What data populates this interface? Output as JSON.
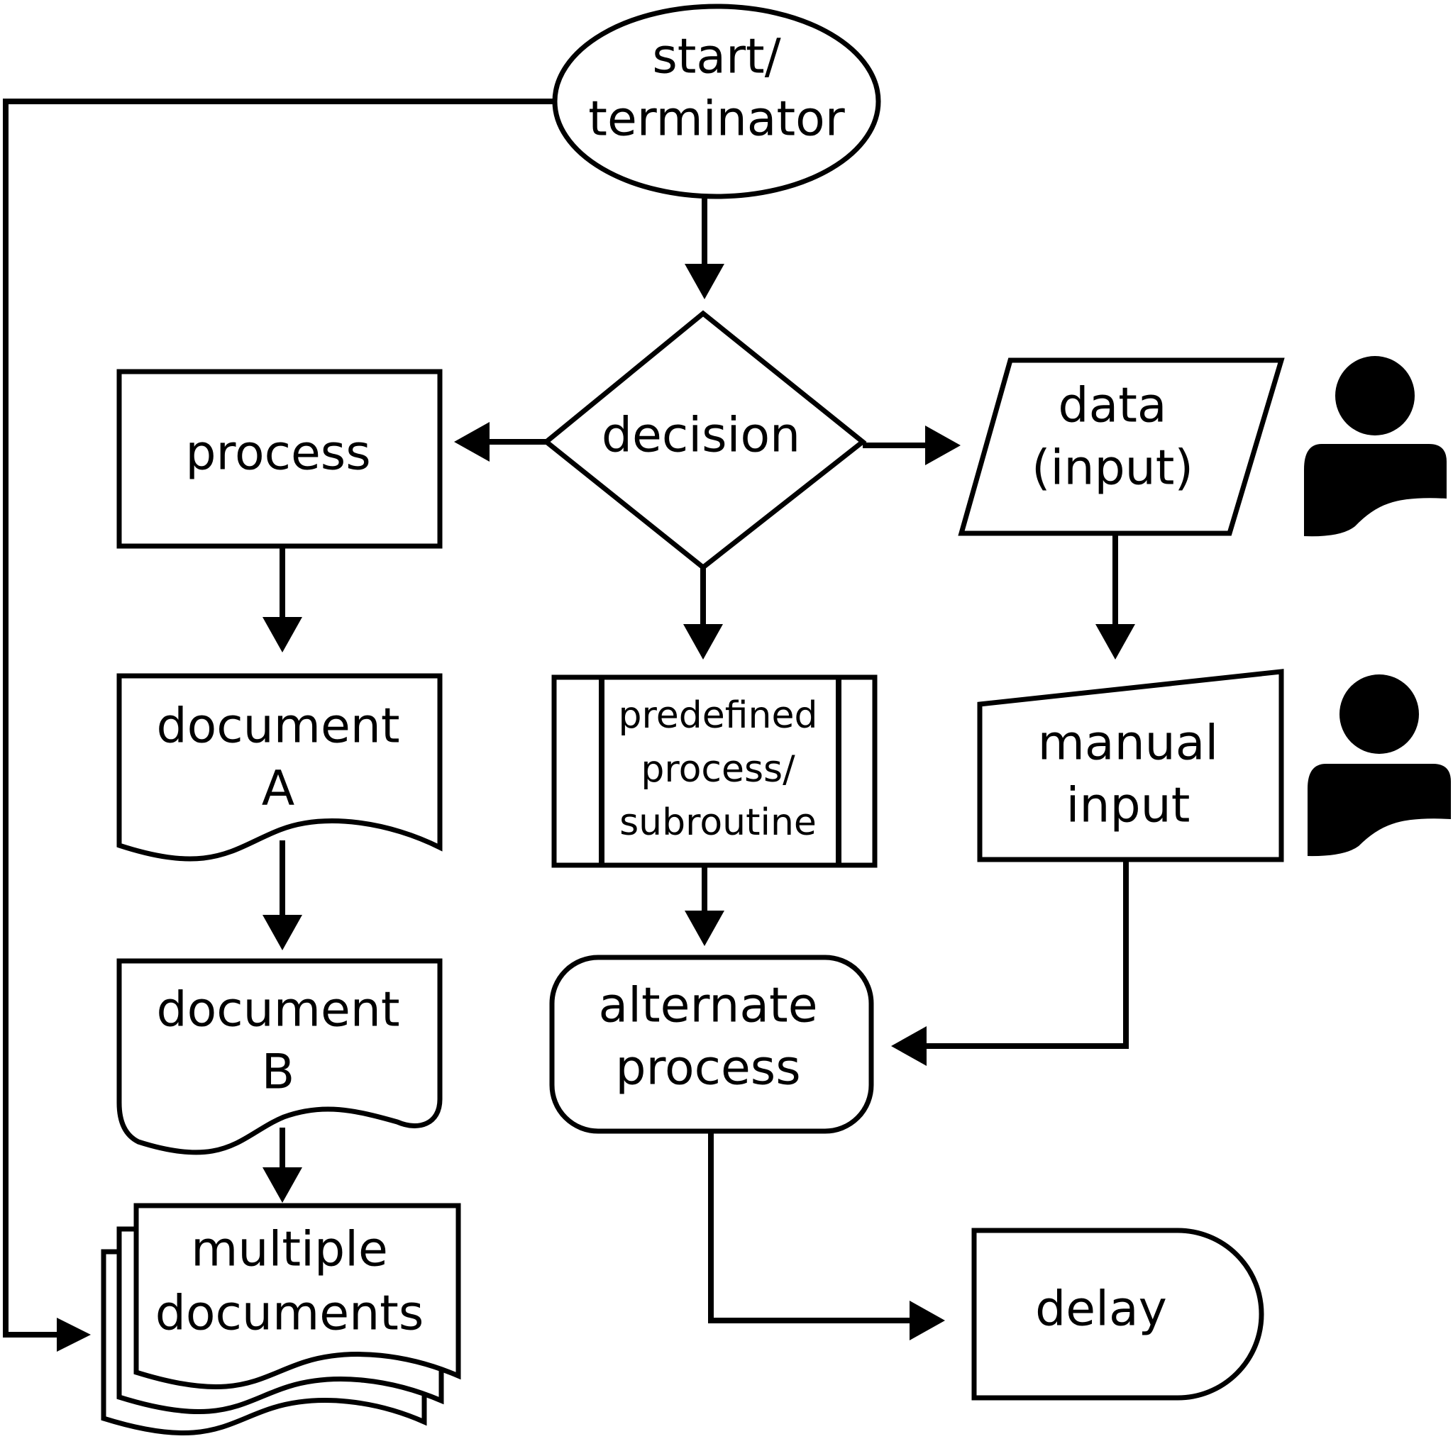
{
  "nodes": {
    "start": {
      "line1": "start/",
      "line2": "terminator"
    },
    "decision": {
      "label": "decision"
    },
    "process": {
      "label": "process"
    },
    "data_input": {
      "line1": "data",
      "line2": "(input)"
    },
    "document_a": {
      "line1": "document",
      "line2": "A"
    },
    "predefined": {
      "line1": "predefined",
      "line2": "process/",
      "line3": "subroutine"
    },
    "manual_input": {
      "line1": "manual",
      "line2": "input"
    },
    "document_b": {
      "line1": "document",
      "line2": "B"
    },
    "alternate": {
      "line1": "alternate",
      "line2": "process"
    },
    "multiple_docs": {
      "line1": "multiple",
      "line2": "documents"
    },
    "delay": {
      "label": "delay"
    }
  },
  "icons": [
    "person-icon",
    "person-icon"
  ],
  "colors": {
    "stroke": "#000000",
    "fill": "#ffffff"
  }
}
